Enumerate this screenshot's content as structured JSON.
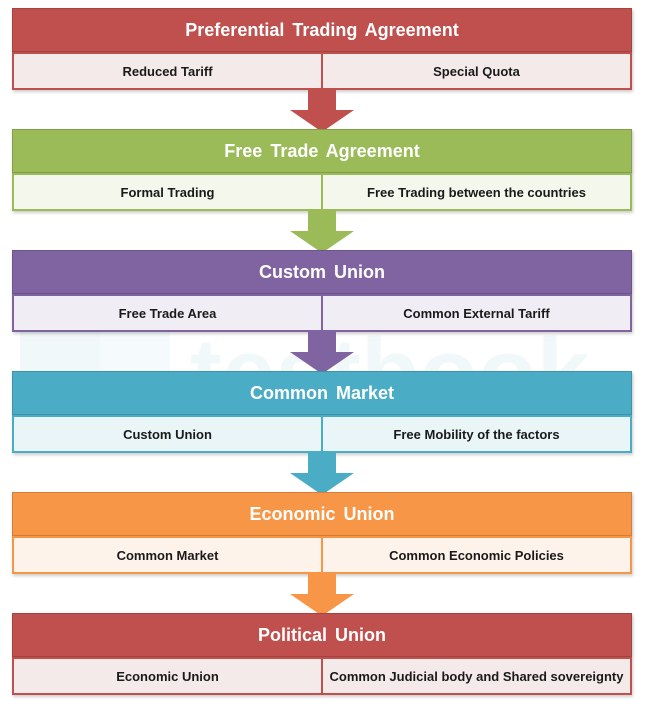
{
  "watermark": {
    "text": "testbook"
  },
  "stages": [
    {
      "title": "Preferential Trading Agreement",
      "items": [
        "Reduced Tariff",
        "Special Quota"
      ],
      "color": "#c0504d",
      "light": "#f5eaea"
    },
    {
      "title": "Free Trade Agreement",
      "items": [
        "Formal Trading",
        "Free Trading between the countries"
      ],
      "color": "#9bbb59",
      "light": "#f3f7ec"
    },
    {
      "title": "Custom Union",
      "items": [
        "Free Trade Area",
        "Common External Tariff"
      ],
      "color": "#8064a2",
      "light": "#f1edf5"
    },
    {
      "title": "Common Market",
      "items": [
        "Custom Union",
        "Free Mobility of the factors"
      ],
      "color": "#4bacc6",
      "light": "#eaf5f8"
    },
    {
      "title": "Economic Union",
      "items": [
        "Common Market",
        "Common Economic Policies"
      ],
      "color": "#f79646",
      "light": "#fdf3ea"
    },
    {
      "title": "Political Union",
      "items": [
        "Economic Union",
        "Common Judicial body and Shared sovereignty"
      ],
      "color": "#c0504d",
      "light": "#f5eaea"
    }
  ]
}
